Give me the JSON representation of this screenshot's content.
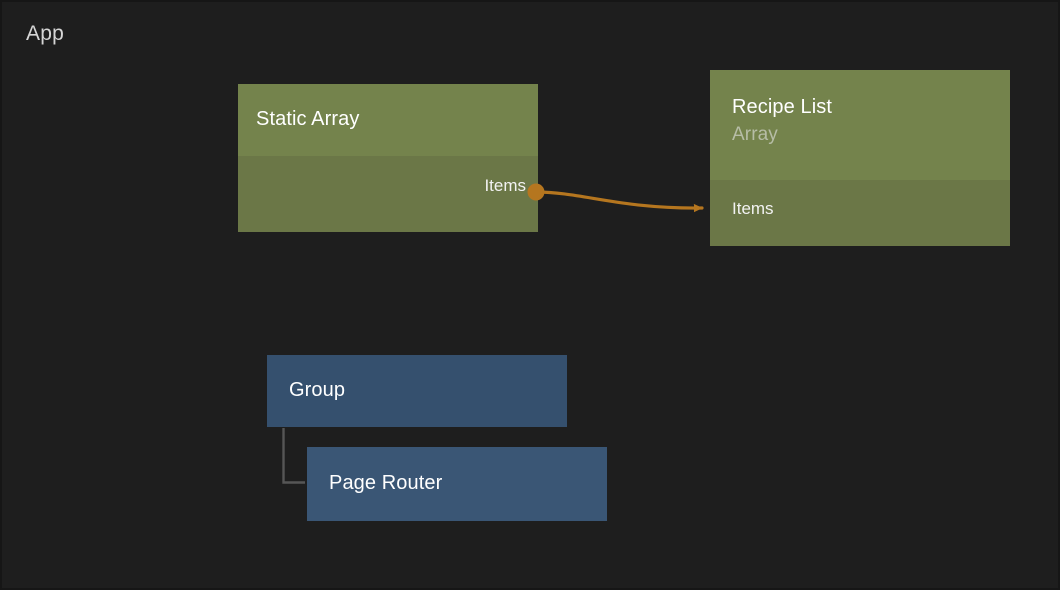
{
  "canvas": {
    "title": "App",
    "background_color": "#1e1e1e"
  },
  "colors": {
    "green_header": "#74834c",
    "green_body": "#6b7747",
    "blue_node": "#35506e",
    "blue_node_alt": "#3a5675",
    "connection": "#b5761f",
    "tree_line": "#565656",
    "title_text": "#ffffff",
    "subtitle_text": "#b6bda6"
  },
  "nodes": {
    "static_array": {
      "title": "Static Array",
      "output_port_label": "Items"
    },
    "recipe_list": {
      "title": "Recipe List",
      "subtitle": "Array",
      "input_port_label": "Items"
    },
    "group": {
      "title": "Group"
    },
    "page_router": {
      "title": "Page Router"
    }
  }
}
